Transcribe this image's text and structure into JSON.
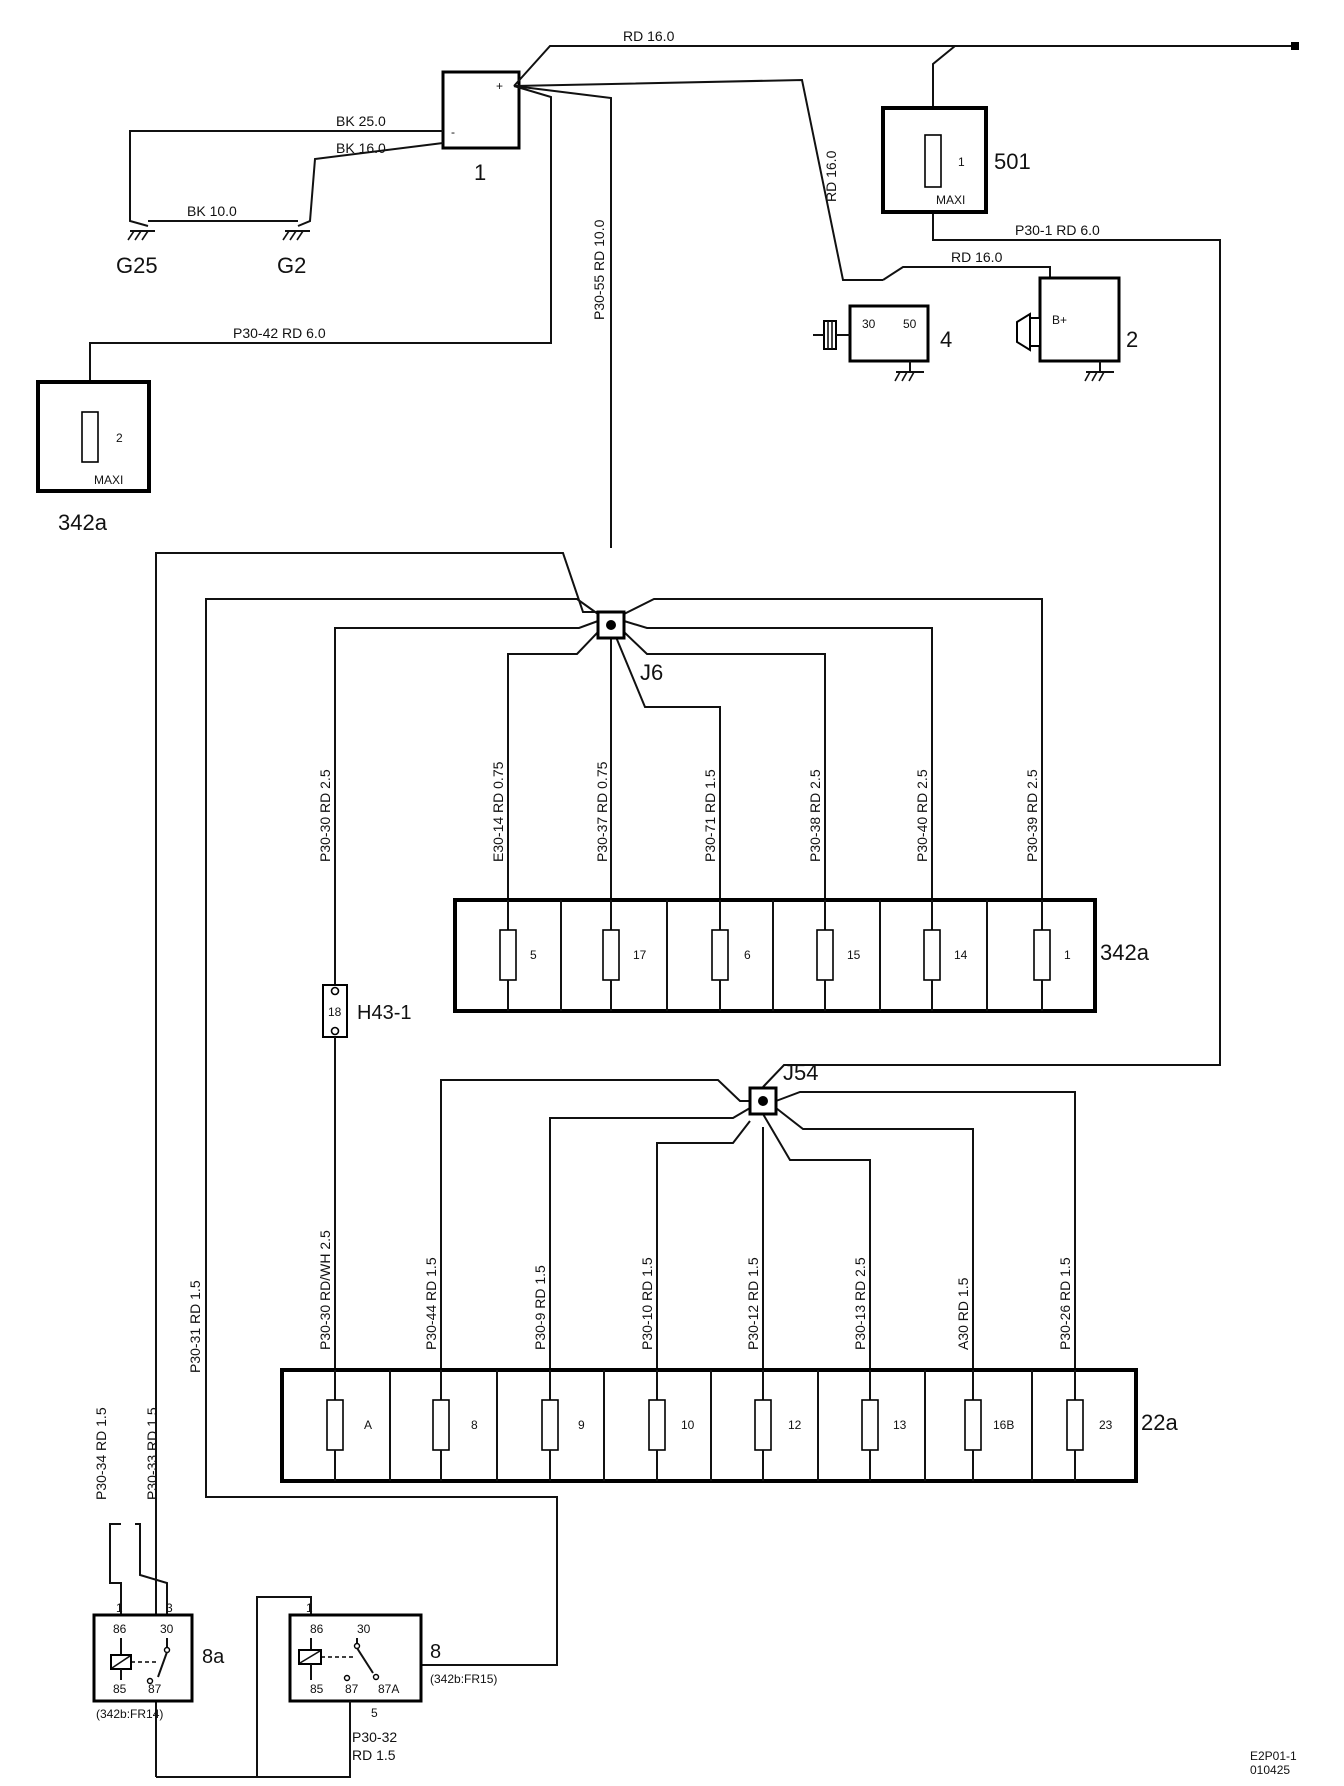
{
  "battery": {
    "id": "1",
    "plus": "+",
    "minus": "-"
  },
  "grounds": {
    "g25": "G25",
    "g2": "G2"
  },
  "wires": {
    "bk25": "BK  25.0",
    "bk16": "BK  16.0",
    "bk10": "BK  10.0",
    "rd16_top": "RD  16.0",
    "rd16_vert": "RD  16.0",
    "rd16_horn": "RD  16.0",
    "p30_55": "P30-55  RD  10.0",
    "p30_42": "P30-42  RD  6.0",
    "p30_1": "P30-1   RD  6.0",
    "e30_14": "E30-14  RD  0.75",
    "p30_37": "P30-37  RD  0.75",
    "p30_71": "P30-71  RD  1.5",
    "p30_38": "P30-38  RD  2.5",
    "p30_40": "P30-40  RD  2.5",
    "p30_39": "P30-39  RD  2.5",
    "p30_30": "P30-30  RD  2.5",
    "p30_30wh": "P30-30  RD/WH  2.5",
    "p30_44": "P30-44  RD  1.5",
    "p30_9": "P30-9  RD  1.5",
    "p30_10": "P30-10  RD  1.5",
    "p30_12": "P30-12  RD  1.5",
    "p30_13": "P30-13  RD  2.5",
    "a30": "A30  RD  1.5",
    "p30_26": "P30-26  RD  1.5",
    "p30_31": "P30-31  RD  1.5",
    "p30_34": "P30-34  RD  1.5",
    "p30_33": "P30-33  RD  1.5",
    "p30_32_a": "P30-32",
    "p30_32_b": "RD  1.5"
  },
  "fuse501": {
    "id": "501",
    "num": "1",
    "type": "MAXI"
  },
  "fuse342a_top": {
    "id": "342a",
    "num": "2",
    "type": "MAXI"
  },
  "starter": {
    "id": "4",
    "t30": "30",
    "t50": "50"
  },
  "generator": {
    "id": "2",
    "bplus": "B+"
  },
  "junction_j6": "J6",
  "junction_j54": "J54",
  "fusebox_342a": {
    "id": "342a",
    "fuses": [
      "5",
      "17",
      "6",
      "15",
      "14",
      "1"
    ]
  },
  "fusebox_22a": {
    "id": "22a",
    "fuses": [
      "A",
      "8",
      "9",
      "10",
      "12",
      "13",
      "16B",
      "23"
    ]
  },
  "connector_h43": {
    "id": "H43-1",
    "pin": "18"
  },
  "relay_8a": {
    "id": "8a",
    "p86": "86",
    "p30": "30",
    "p85": "85",
    "p87": "87",
    "pin1": "1",
    "pin3": "3",
    "ref": "(342b:FR14)"
  },
  "relay_8": {
    "id": "8",
    "p86": "86",
    "p30": "30",
    "p85": "85",
    "p87": "87",
    "p87a": "87A",
    "pin1": "1",
    "pin5": "5",
    "ref": "(342b:FR15)"
  },
  "footer": {
    "line1": "E2P01-1",
    "line2": "010425"
  }
}
